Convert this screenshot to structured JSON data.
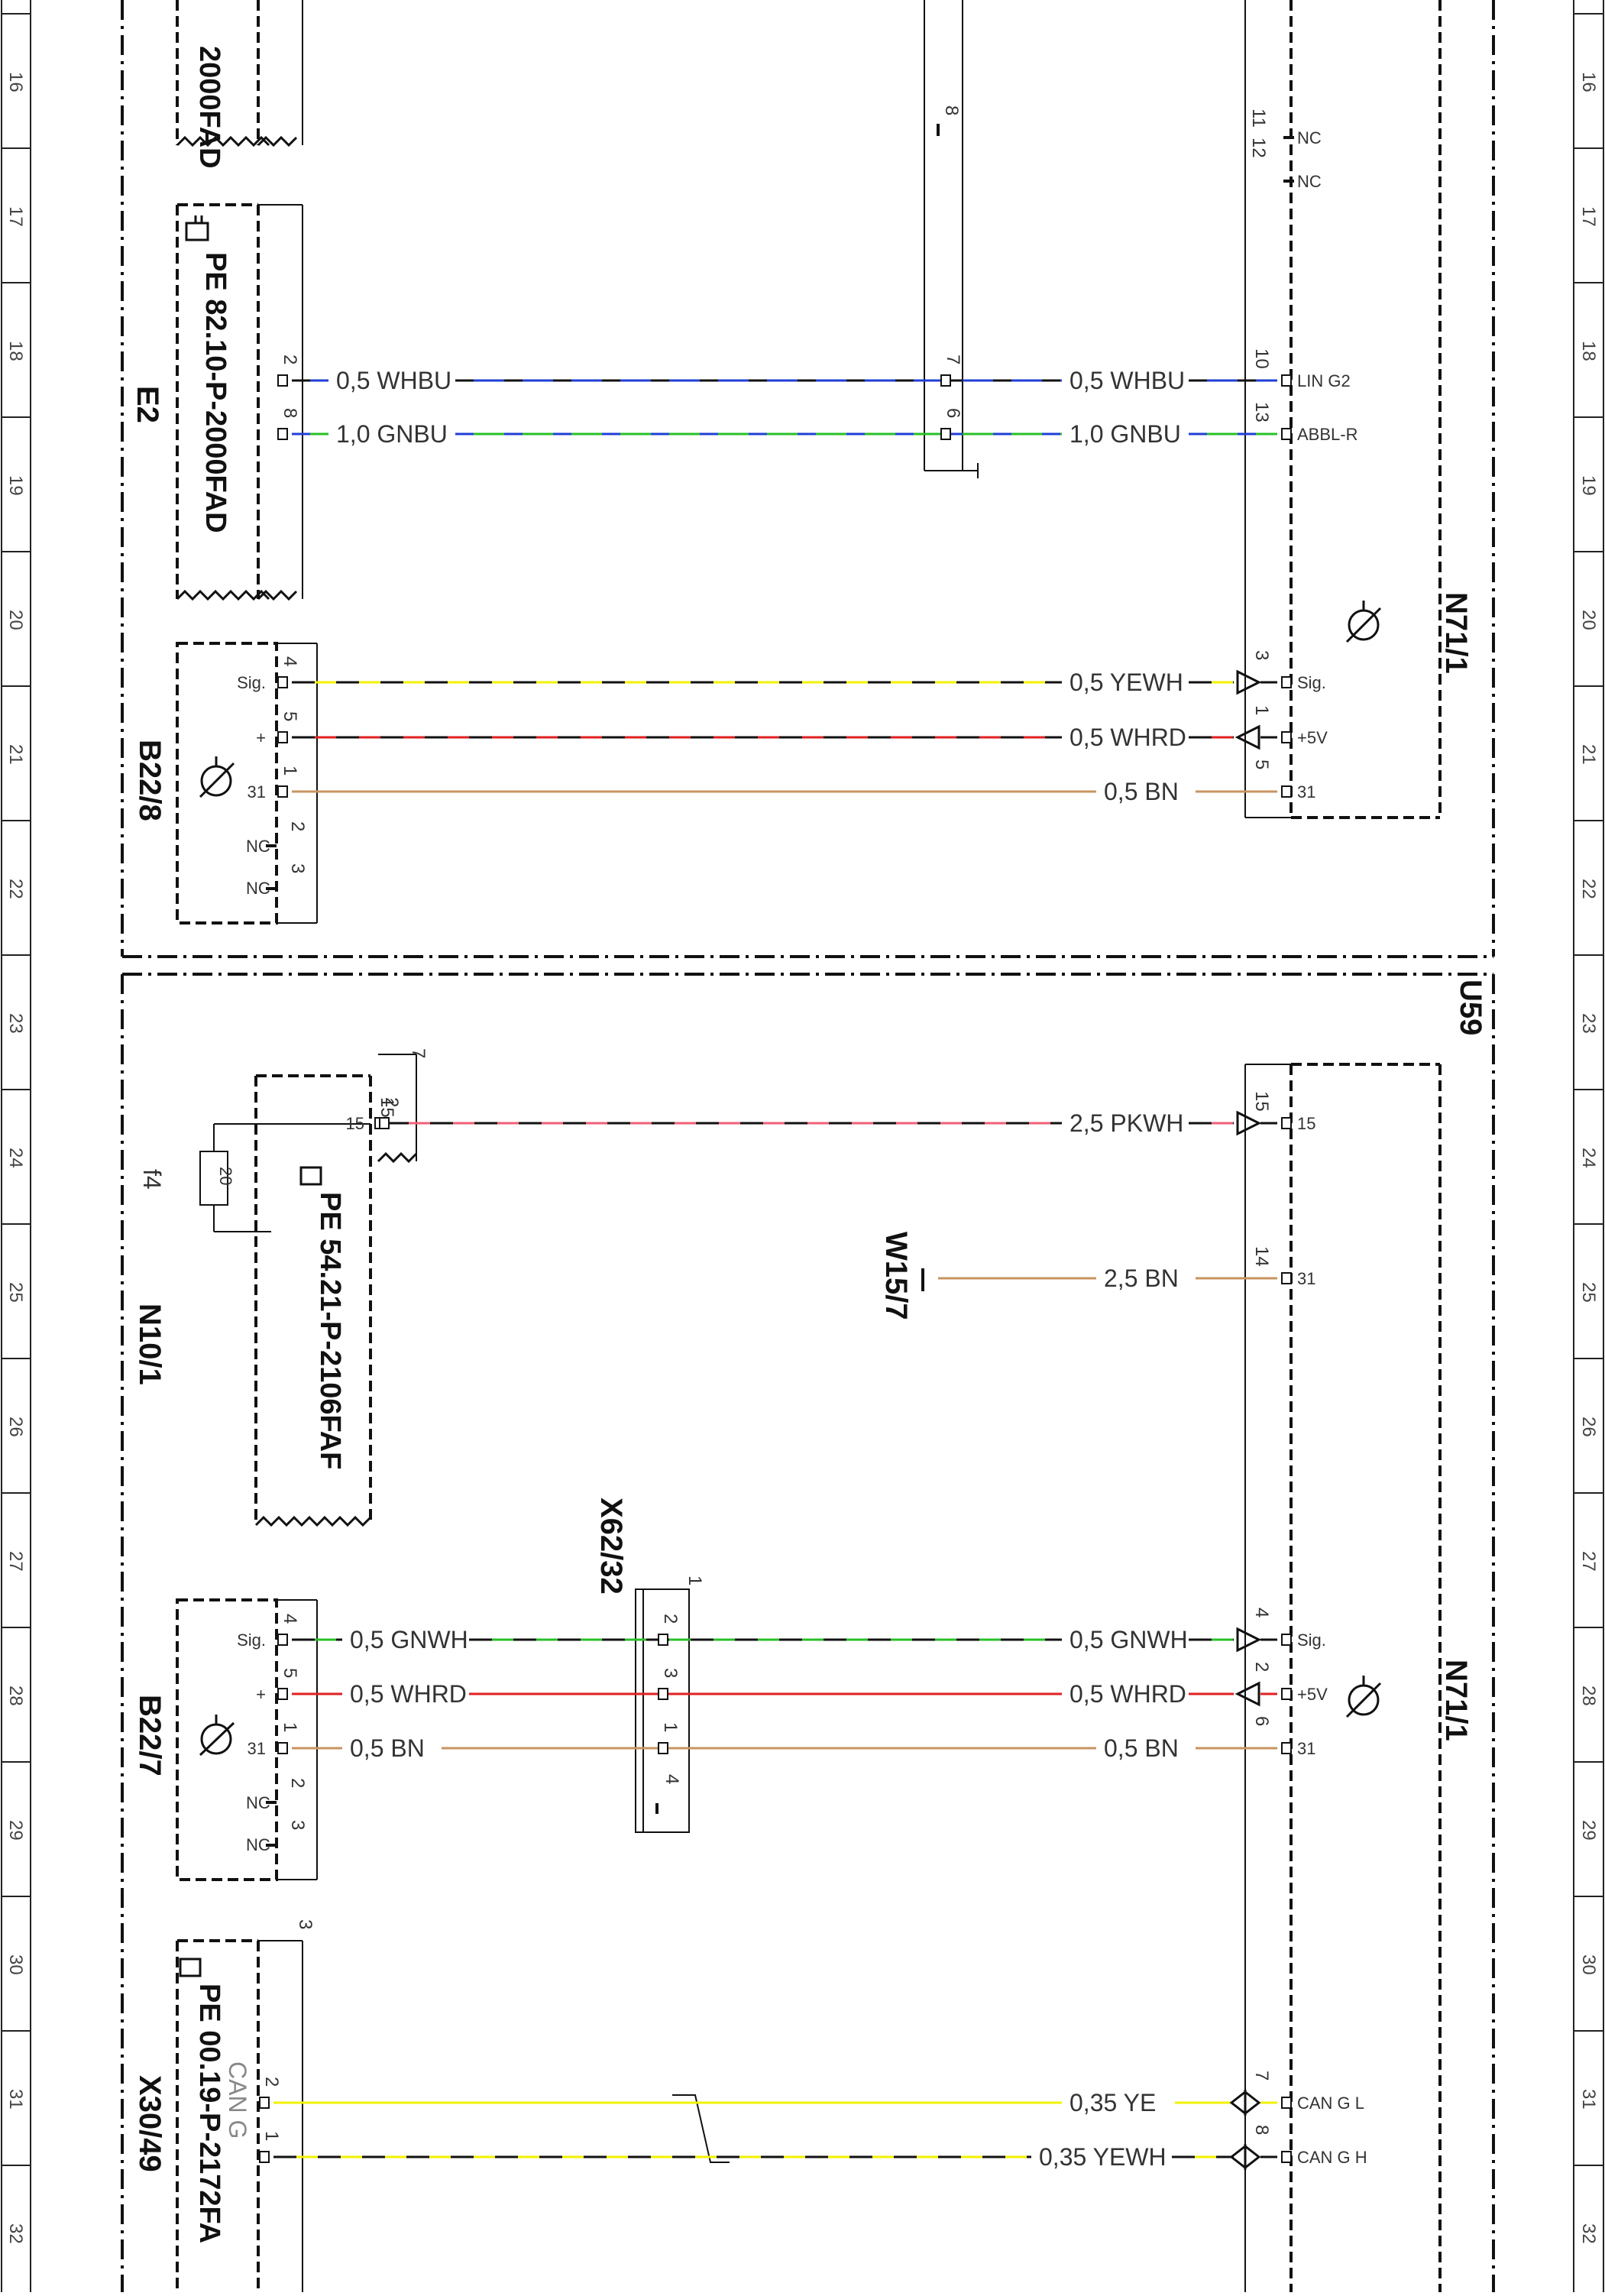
{
  "ruler": [
    "16",
    "17",
    "18",
    "19",
    "20",
    "21",
    "22",
    "23",
    "24",
    "25",
    "26",
    "27",
    "28",
    "29",
    "30",
    "31",
    "32"
  ],
  "components": {
    "e2": {
      "pe_top": "2000FAD",
      "pe": "PE 82.10-P-2000FAD",
      "name": "E2"
    },
    "b22_8": {
      "name": "B22/8"
    },
    "b22_7": {
      "name": "B22/7"
    },
    "n10_1": {
      "name": "N10/1",
      "fuse": "f4",
      "resistor": "20",
      "pe": "PE 54.21-P-2106FAF",
      "conn": "7"
    },
    "x62_32": {
      "name": "X62/32",
      "conn": "1"
    },
    "w15_7": {
      "name": "W15/7"
    },
    "x30_49": {
      "name": "X30/49",
      "pe": "PE 00.19-P-2172FA",
      "can": "CAN G",
      "conn": "3"
    },
    "n71_1_top": {
      "name": "N71/1"
    },
    "n71_1_bottom": {
      "name": "N71/1"
    },
    "u59": {
      "name": "U59"
    },
    "top_conn": {
      "pin": "8"
    }
  },
  "wires": [
    {
      "left_pin": "2",
      "left_label": "",
      "left_wire": "0,5 WHBU",
      "mid_pins": [
        "7"
      ],
      "right_wire": "0,5 WHBU",
      "right_pin": "10",
      "right_label": "LIN G2"
    },
    {
      "left_pin": "8",
      "left_label": "",
      "left_wire": "1,0 GNBU",
      "mid_pins": [
        "6"
      ],
      "right_wire": "1,0 GNBU",
      "right_pin": "13",
      "right_label": "ABBL-R"
    },
    {
      "left_pin": "4",
      "left_label": "Sig.",
      "left_wire": "",
      "mid_pins": [],
      "right_wire": "0,5 YEWH",
      "right_pin": "3",
      "right_label": "Sig."
    },
    {
      "left_pin": "5",
      "left_label": "+",
      "left_wire": "",
      "mid_pins": [],
      "right_wire": "0,5 WHRD",
      "right_pin": "1",
      "right_label": "+5V"
    },
    {
      "left_pin": "1",
      "left_label": "31",
      "left_wire": "",
      "mid_pins": [],
      "right_wire": "0,5 BN",
      "right_pin": "5",
      "right_label": "31"
    },
    {
      "left_pin": "15",
      "left_label": "15",
      "left_wire": "",
      "mid_pins": [
        "2"
      ],
      "right_wire": "2,5 PKWH",
      "right_pin": "15",
      "right_label": "15"
    },
    {
      "left_pin": "",
      "left_label": "",
      "left_wire": "",
      "mid_pins": [],
      "right_wire": "2,5 BN",
      "right_pin": "14",
      "right_label": "31"
    },
    {
      "left_pin": "4",
      "left_label": "Sig.",
      "left_wire": "0,5 GNWH",
      "mid_pins": [
        "2"
      ],
      "right_wire": "0,5 GNWH",
      "right_pin": "4",
      "right_label": "Sig."
    },
    {
      "left_pin": "5",
      "left_label": "+",
      "left_wire": "0,5 WHRD",
      "mid_pins": [
        "3"
      ],
      "right_wire": "0,5 WHRD",
      "right_pin": "2",
      "right_label": "+5V"
    },
    {
      "left_pin": "1",
      "left_label": "31",
      "left_wire": "0,5 BN",
      "mid_pins": [
        "1"
      ],
      "right_wire": "0,5 BN",
      "right_pin": "6",
      "right_label": "31"
    },
    {
      "left_pin": "2",
      "left_label": "",
      "left_wire": "",
      "mid_pins": [],
      "right_wire": "0,35 YE",
      "right_pin": "7",
      "right_label": "CAN G L"
    },
    {
      "left_pin": "1",
      "left_label": "",
      "left_wire": "",
      "mid_pins": [],
      "right_wire": "0,35 YEWH",
      "right_pin": "8",
      "right_label": "CAN G H"
    }
  ],
  "extra_pins": {
    "b22_8_nc": [
      {
        "pin": "2",
        "label": "NC"
      },
      {
        "pin": "3",
        "label": "NC"
      }
    ],
    "b22_7_nc": [
      {
        "pin": "2",
        "label": "NC"
      },
      {
        "pin": "3",
        "label": "NC"
      }
    ],
    "n71_nc": [
      {
        "pin": "11",
        "label": "NC"
      },
      {
        "pin": "12",
        "label": "NC"
      }
    ],
    "x62_extra": "4"
  },
  "colors": {
    "blue": "#1f3fd6",
    "green": "#28c028",
    "yellow": "#f2f200",
    "red": "#e02020",
    "brown": "#c89460",
    "pink": "#f06078",
    "black": "#111111"
  }
}
